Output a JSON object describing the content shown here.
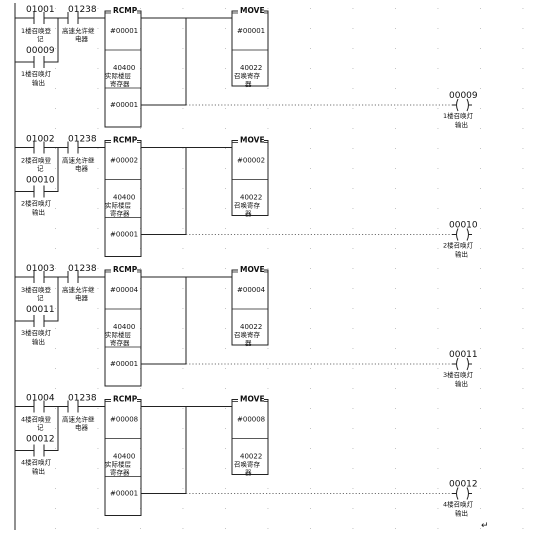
{
  "rungs": [
    {
      "input_contact": {
        "address": "01001",
        "label": [
          "1楼召唤登",
          "记"
        ]
      },
      "seal_contact": {
        "address": "00009",
        "label": [
          "1楼召唤灯",
          "输出"
        ]
      },
      "permit_contact": {
        "address": "01238",
        "label": [
          "高速允许继",
          "电器"
        ]
      },
      "rcmp": {
        "title": "RCMP",
        "operand1": "#00001",
        "operand2": "40400",
        "operand2_label": [
          "实际楼层",
          "寄存器"
        ],
        "operand3": "#00001"
      },
      "move": {
        "title": "MOVE",
        "source": "#00001",
        "dest": "40022",
        "dest_label": [
          "召唤寄存",
          "器"
        ]
      },
      "coil": {
        "address": "00009",
        "label": [
          "1楼召唤灯",
          "输出"
        ]
      }
    },
    {
      "input_contact": {
        "address": "01002",
        "label": [
          "2楼召唤登",
          "记"
        ]
      },
      "seal_contact": {
        "address": "00010",
        "label": [
          "2楼召唤灯",
          "输出"
        ]
      },
      "permit_contact": {
        "address": "01238",
        "label": [
          "高速允许继",
          "电器"
        ]
      },
      "rcmp": {
        "title": "RCMP",
        "operand1": "#00002",
        "operand2": "40400",
        "operand2_label": [
          "实际楼层",
          "寄存器"
        ],
        "operand3": "#00001"
      },
      "move": {
        "title": "MOVE",
        "source": "#00002",
        "dest": "40022",
        "dest_label": [
          "召唤寄存",
          "器"
        ]
      },
      "coil": {
        "address": "00010",
        "label": [
          "2楼召唤灯",
          "输出"
        ]
      }
    },
    {
      "input_contact": {
        "address": "01003",
        "label": [
          "3楼召唤登",
          "记"
        ]
      },
      "seal_contact": {
        "address": "00011",
        "label": [
          "3楼召唤灯",
          "输出"
        ]
      },
      "permit_contact": {
        "address": "01238",
        "label": [
          "高速允许继",
          "电器"
        ]
      },
      "rcmp": {
        "title": "RCMP",
        "operand1": "#00004",
        "operand2": "40400",
        "operand2_label": [
          "实际楼层",
          "寄存器"
        ],
        "operand3": "#00001"
      },
      "move": {
        "title": "MOVE",
        "source": "#00004",
        "dest": "40022",
        "dest_label": [
          "召唤寄存",
          "器"
        ]
      },
      "coil": {
        "address": "00011",
        "label": [
          "3楼召唤灯",
          "输出"
        ]
      }
    },
    {
      "input_contact": {
        "address": "01004",
        "label": [
          "4楼召唤登",
          "记"
        ]
      },
      "seal_contact": {
        "address": "00012",
        "label": [
          "4楼召唤灯",
          "输出"
        ]
      },
      "permit_contact": {
        "address": "01238",
        "label": [
          "高速允许继",
          "电器"
        ]
      },
      "rcmp": {
        "title": "RCMP",
        "operand1": "#00008",
        "operand2": "40400",
        "operand2_label": [
          "实际楼层",
          "寄存器"
        ],
        "operand3": "#00001"
      },
      "move": {
        "title": "MOVE",
        "source": "#00008",
        "dest": "40022",
        "dest_label": [
          "召唤寄存",
          "器"
        ]
      },
      "coil": {
        "address": "00012",
        "label": [
          "4楼召唤灯",
          "输出"
        ]
      }
    }
  ],
  "end_mark": "↵"
}
